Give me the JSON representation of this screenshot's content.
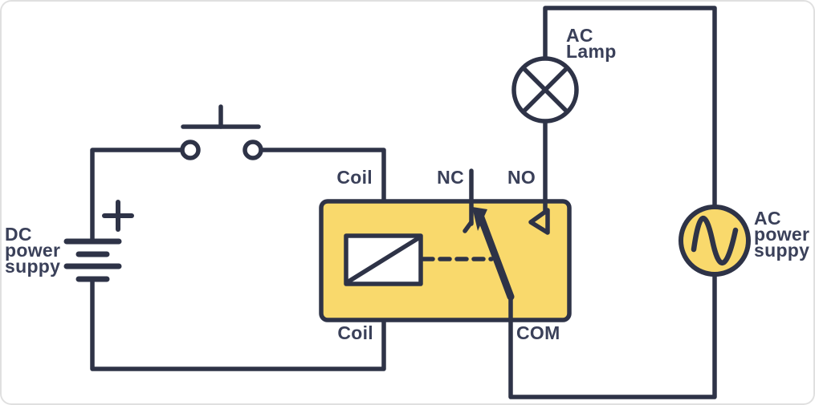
{
  "diagram": {
    "type": "relay-control-circuit",
    "colors": {
      "background": "#ffffff",
      "wire": "#2e3347",
      "component_fill": "#f9d96c",
      "component_inner_fill": "#ffffff",
      "label_text": "#3a4059"
    },
    "dc_power_supply": {
      "symbol": "battery-icon",
      "polarity_mark": "+",
      "label_lines": [
        "DC",
        "power",
        "suppy"
      ]
    },
    "push_button": {
      "symbol": "push-button-icon"
    },
    "relay": {
      "symbol": "relay-icon",
      "coil_top_label": "Coil",
      "coil_bottom_label": "Coil",
      "nc_label": "NC",
      "no_label": "NO",
      "com_label": "COM"
    },
    "ac_lamp": {
      "symbol": "lamp-icon",
      "label_lines": [
        "AC",
        "Lamp"
      ]
    },
    "ac_power_supply": {
      "symbol": "ac-source-icon",
      "label_lines": [
        "AC",
        "power",
        "suppy"
      ]
    }
  }
}
